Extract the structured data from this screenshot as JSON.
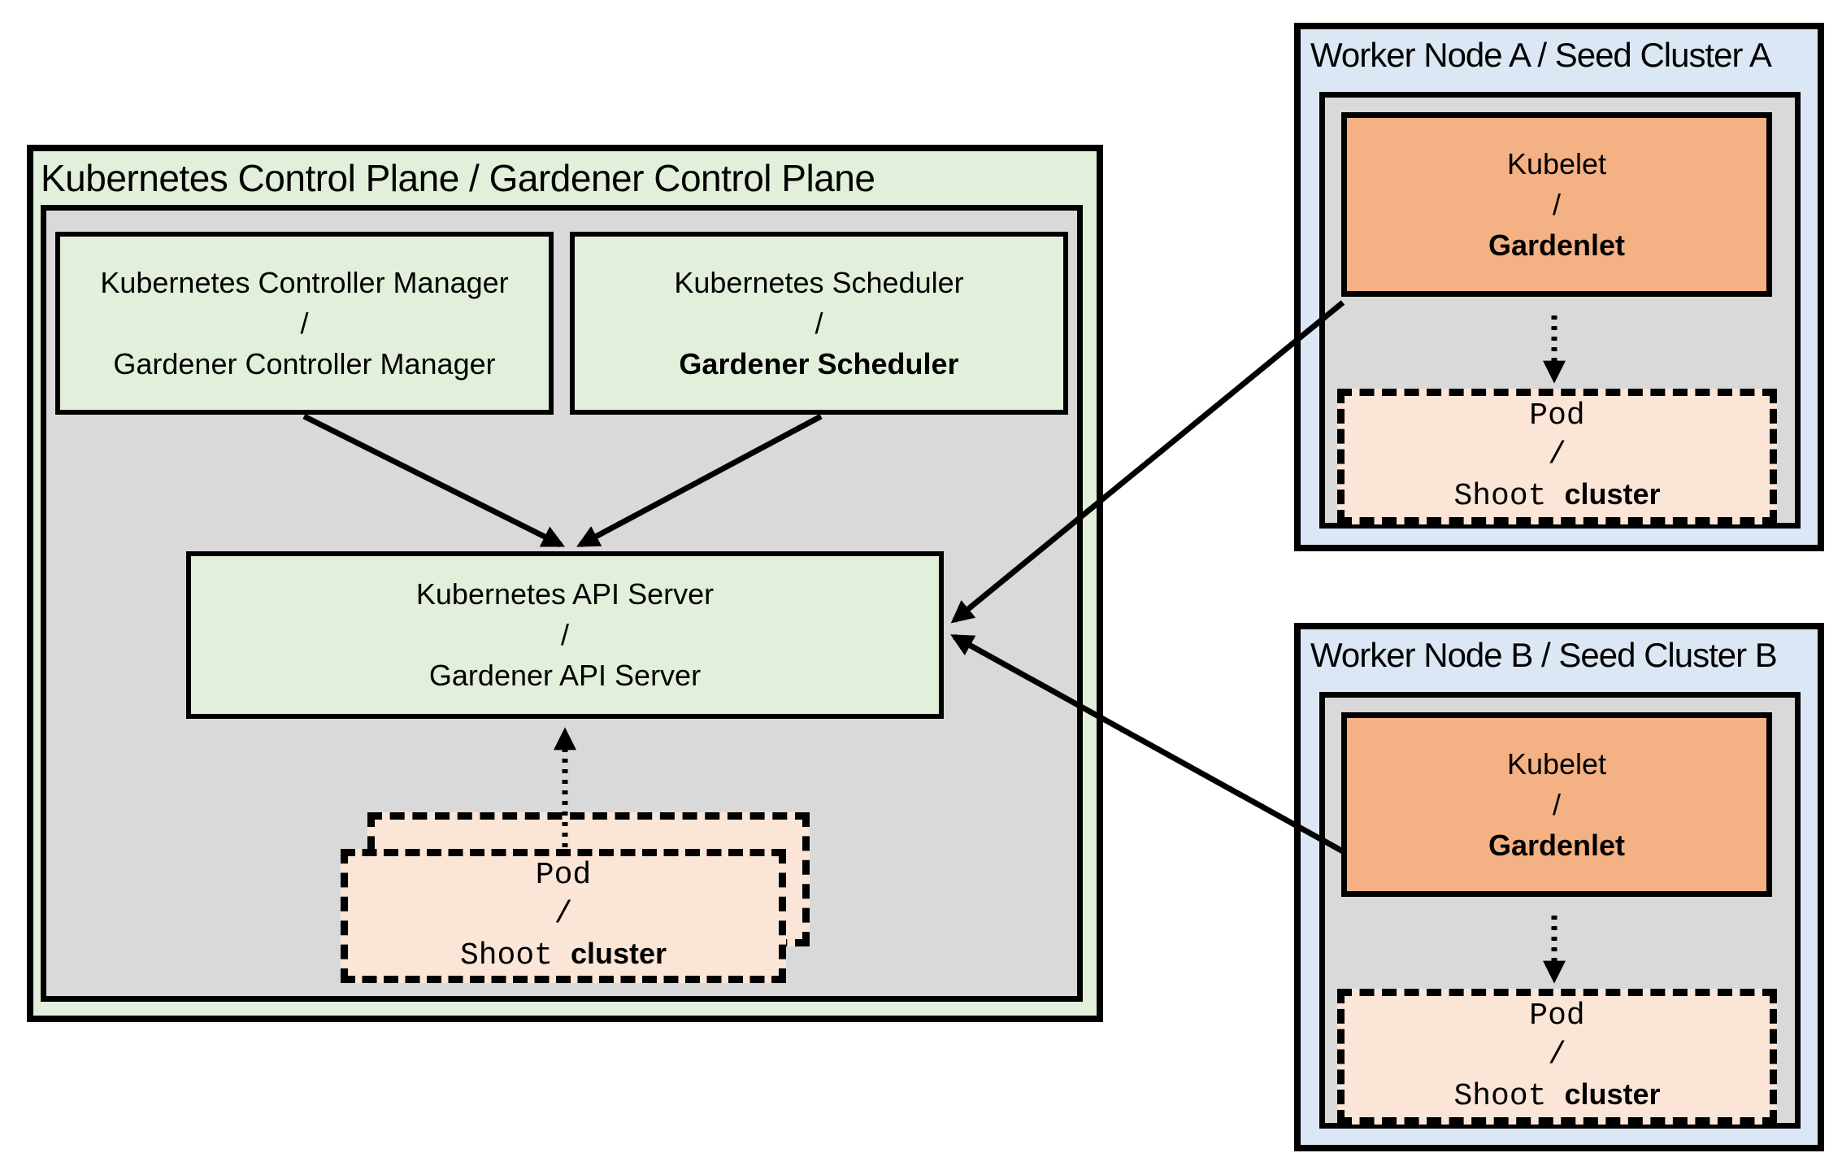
{
  "colors": {
    "control_plane_fill": "#e2efda",
    "inner_container_fill": "#d9d9d9",
    "worker_node_fill": "#dbe7f4",
    "kubelet_fill": "#f4b183",
    "pod_fill": "#fbe5d6",
    "border": "#000000",
    "background": "#ffffff"
  },
  "control_plane": {
    "title": "Kubernetes Control Plane / Gardener Control Plane",
    "controller_manager": {
      "line1": "Kubernetes Controller Manager",
      "separator": "/",
      "line2": "Gardener Controller Manager"
    },
    "scheduler": {
      "line1": "Kubernetes Scheduler",
      "separator": "/",
      "line2": "Gardener Scheduler"
    },
    "api_server": {
      "line1": "Kubernetes API Server",
      "separator": "/",
      "line2": "Gardener API Server"
    },
    "pod": {
      "line1": "Pod",
      "separator": "/",
      "line3_mono": "Shoot",
      "line3_sans": "cluster"
    }
  },
  "worker_a": {
    "title": "Worker Node A / Seed Cluster A",
    "kubelet": {
      "line1": "Kubelet",
      "separator": "/",
      "line2": "Gardenlet"
    },
    "pod": {
      "line1": "Pod",
      "separator": "/",
      "line3_mono": "Shoot",
      "line3_sans": "cluster"
    }
  },
  "worker_b": {
    "title": "Worker Node B / Seed Cluster B",
    "kubelet": {
      "line1": "Kubelet",
      "separator": "/",
      "line2": "Gardenlet"
    },
    "pod": {
      "line1": "Pod",
      "separator": "/",
      "line3_mono": "Shoot",
      "line3_sans": "cluster"
    }
  }
}
